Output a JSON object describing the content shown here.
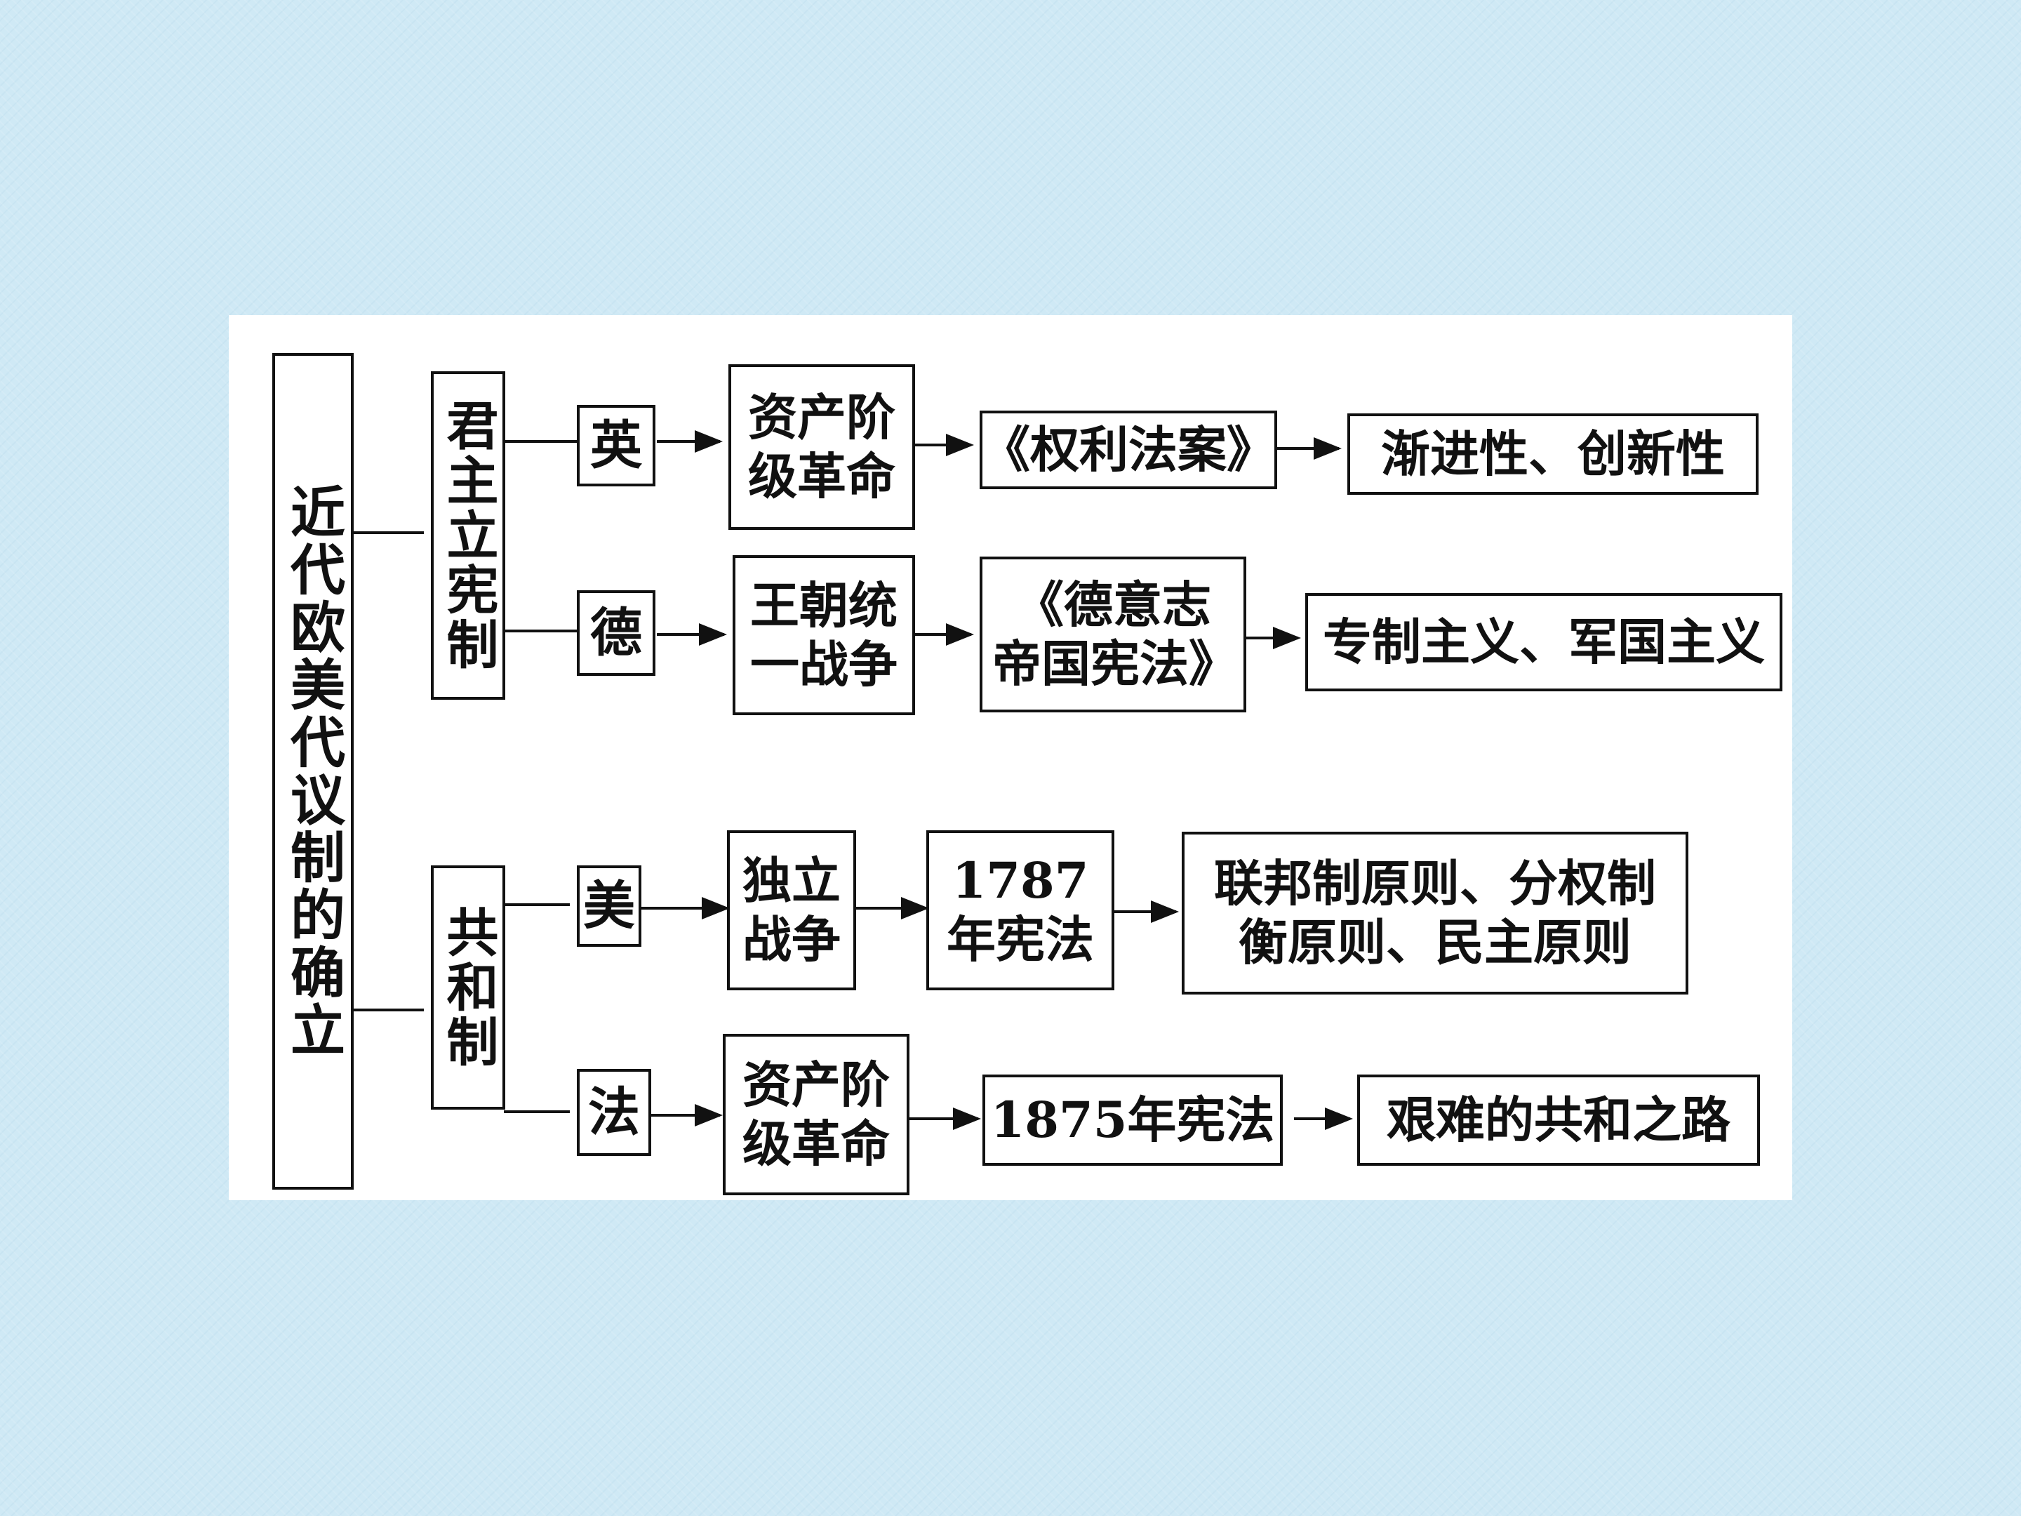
{
  "diagram": {
    "root": "近代欧美代议制的确立",
    "branches": [
      {
        "label": "君主立宪制",
        "countries": [
          {
            "name": "英",
            "event": "资产阶级革命",
            "document": "《权利法案》",
            "feature": "渐进性、创新性"
          },
          {
            "name": "德",
            "event": "王朝统一战争",
            "document": "《德意志帝国宪法》",
            "feature": "专制主义、军国主义"
          }
        ]
      },
      {
        "label": "共和制",
        "countries": [
          {
            "name": "美",
            "event": "独立战争",
            "document": "1787年宪法",
            "feature": "联邦制原则、分权制衡原则、民主原则"
          },
          {
            "name": "法",
            "event": "资产阶级革命",
            "document": "1875年宪法",
            "feature": "艰难的共和之路"
          }
        ]
      }
    ]
  }
}
